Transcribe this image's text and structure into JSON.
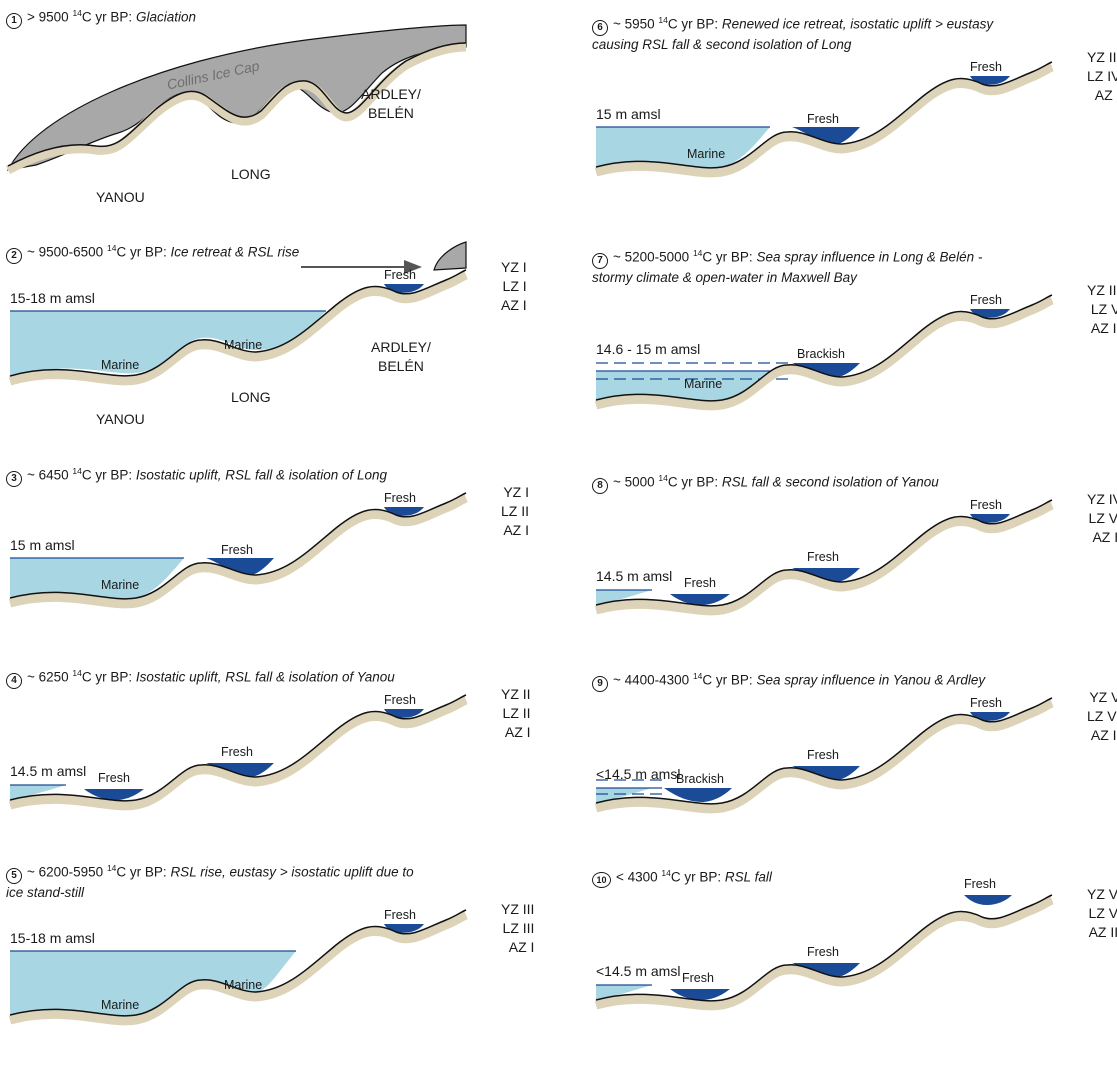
{
  "colors": {
    "sediment": "#ddd3b9",
    "bedrock": "#111111",
    "marine": "#a9d6e3",
    "fresh": "#1b4b96",
    "ice": "#a8a8a8"
  },
  "panels": [
    {
      "num": "1",
      "age": "> 9500",
      "unit": "C yr BP:",
      "iso": "14",
      "desc": "Glaciation",
      "ice_label": "Collins Ice Cap",
      "sites": {
        "yanou": "YANOU",
        "long": "LONG",
        "ardley": "ARDLEY/\nBELÉN"
      }
    },
    {
      "num": "2",
      "age": "~ 9500-6500",
      "unit": "C yr BP:",
      "iso": "14",
      "desc": "Ice retreat & RSL rise",
      "amsl": "15-18 m amsl",
      "zones": [
        "YZ I",
        "LZ I",
        "AZ I"
      ],
      "labels": {
        "marine1": "Marine",
        "marine2": "Marine",
        "fresh": "Fresh"
      },
      "sites": {
        "yanou": "YANOU",
        "long": "LONG",
        "ardley": "ARDLEY/\nBELÉN"
      }
    },
    {
      "num": "3",
      "age": "~ 6450",
      "unit": "C yr BP:",
      "iso": "14",
      "desc": "Isostatic uplift, RSL fall & isolation of Long",
      "amsl": "15 m amsl",
      "zones": [
        "YZ I",
        "LZ II",
        "AZ I"
      ],
      "labels": {
        "marine1": "Marine",
        "fresh1": "Fresh",
        "fresh2": "Fresh"
      }
    },
    {
      "num": "4",
      "age": "~ 6250",
      "unit": "C yr BP:",
      "iso": "14",
      "desc": "Isostatic uplift, RSL fall & isolation of Yanou",
      "amsl": "14.5 m amsl",
      "zones": [
        "YZ II",
        "LZ II",
        "AZ I"
      ],
      "labels": {
        "fresh0": "Fresh",
        "fresh1": "Fresh",
        "fresh2": "Fresh"
      }
    },
    {
      "num": "5",
      "age": "~ 6200-5950",
      "unit": "C yr BP:",
      "iso": "14",
      "desc": "RSL rise, eustasy > isostatic uplift due to",
      "desc2": "ice stand-still",
      "amsl": "15-18 m amsl",
      "zones": [
        "YZ III",
        "LZ III",
        "AZ I"
      ],
      "labels": {
        "marine1": "Marine",
        "marine2": "Marine",
        "fresh": "Fresh"
      }
    },
    {
      "num": "6",
      "age": "~ 5950",
      "unit": "C yr BP:",
      "iso": "14",
      "desc": "Renewed ice retreat, isostatic uplift > eustasy",
      "desc2": "causing RSL fall & second isolation of Long",
      "amsl": "15 m amsl",
      "zones": [
        "YZ III",
        "LZ IV",
        "AZ I"
      ],
      "labels": {
        "marine1": "Marine",
        "fresh1": "Fresh",
        "fresh2": "Fresh"
      }
    },
    {
      "num": "7",
      "age": "~ 5200-5000",
      "unit": "C yr BP:",
      "iso": "14",
      "desc": "Sea spray influence in Long & Belén -",
      "desc2": "stormy climate & open-water in Maxwell Bay",
      "amsl": "14.6 - 15 m amsl",
      "zones": [
        "YZ III",
        "LZ V",
        "AZ II"
      ],
      "labels": {
        "marine1": "Marine",
        "brackish": "Brackish",
        "fresh2": "Fresh"
      }
    },
    {
      "num": "8",
      "age": "~ 5000",
      "unit": "C yr BP:",
      "iso": "14",
      "desc": "RSL fall & second isolation of Yanou",
      "amsl": "14.5 m amsl",
      "zones": [
        "YZ IV",
        "LZ VI",
        "AZ II"
      ],
      "labels": {
        "fresh0": "Fresh",
        "fresh1": "Fresh",
        "fresh2": "Fresh"
      }
    },
    {
      "num": "9",
      "age": "~ 4400-4300",
      "unit": "C yr BP:",
      "iso": "14",
      "desc": "Sea spray influence in Yanou & Ardley",
      "amsl": "<14.5 m amsl",
      "zones": [
        "YZ V",
        "LZ VI",
        "AZ II"
      ],
      "labels": {
        "brackish": "Brackish",
        "fresh1": "Fresh",
        "fresh2": "Fresh"
      }
    },
    {
      "num": "10",
      "age": "< 4300",
      "unit": "C yr BP:",
      "iso": "14",
      "desc": "RSL fall",
      "amsl": "<14.5 m amsl",
      "zones": [
        "YZ VI",
        "LZ VI",
        "AZ III"
      ],
      "labels": {
        "fresh0": "Fresh",
        "fresh1": "Fresh",
        "fresh2": "Fresh"
      }
    }
  ]
}
